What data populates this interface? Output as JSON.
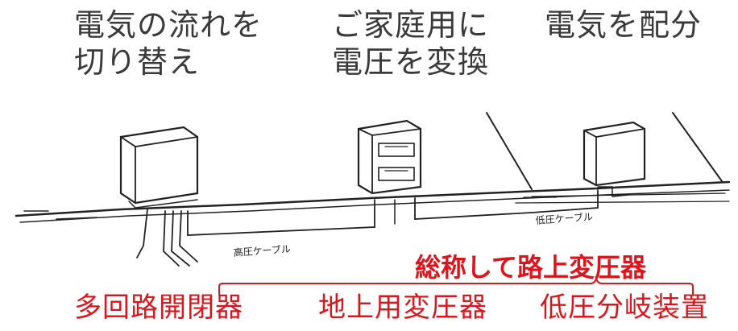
{
  "descriptions": {
    "switch": [
      "電気の流れを",
      "切り替え"
    ],
    "transform": [
      "ご家庭用に",
      "電圧を変換"
    ],
    "distribute": [
      "電気を配分"
    ]
  },
  "cables": {
    "high_voltage": "高圧ケーブル",
    "low_voltage": "低圧ケーブル"
  },
  "labels": {
    "multi_circuit_switch": "多回路開閉器",
    "ground_transformer": "地上用変圧器",
    "low_voltage_branch": "低圧分岐装置",
    "group": "総称して路上変圧器"
  },
  "colors": {
    "accent": "#e0131b",
    "text": "#3a3a3a",
    "line": "#222222"
  }
}
